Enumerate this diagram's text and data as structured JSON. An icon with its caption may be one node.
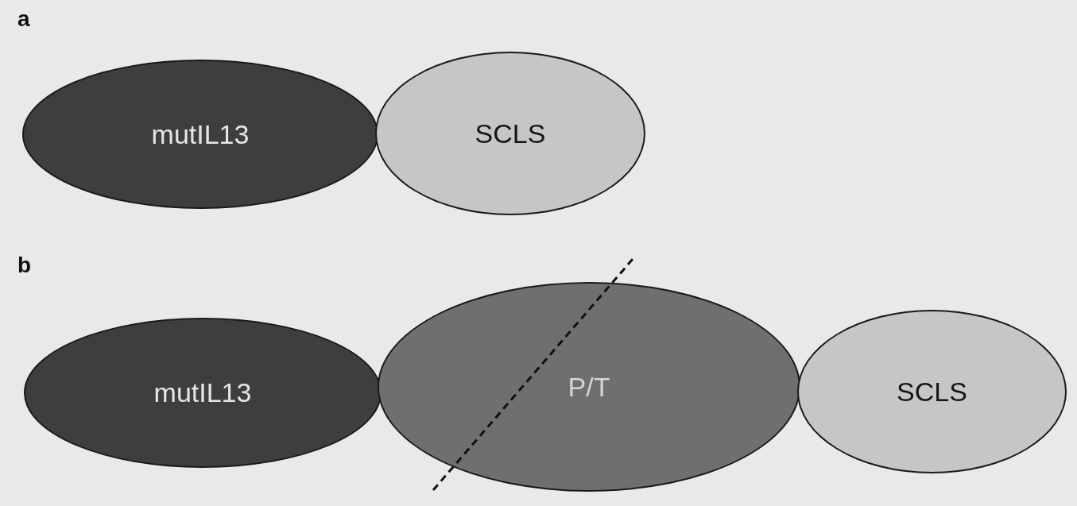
{
  "diagram": {
    "nodes": [
      {
        "text": [
          "mutIL13"
        ]
      },
      {
        "text": [
          "SCLS"
        ]
      },
      {
        "text": [
          "mutIL13"
        ]
      },
      {
        "text": [
          "P/T"
        ]
      },
      {
        "text": [
          "SCLS"
        ]
      }
    ],
    "edges": [],
    "labels": [
      "a",
      "b"
    ]
  }
}
